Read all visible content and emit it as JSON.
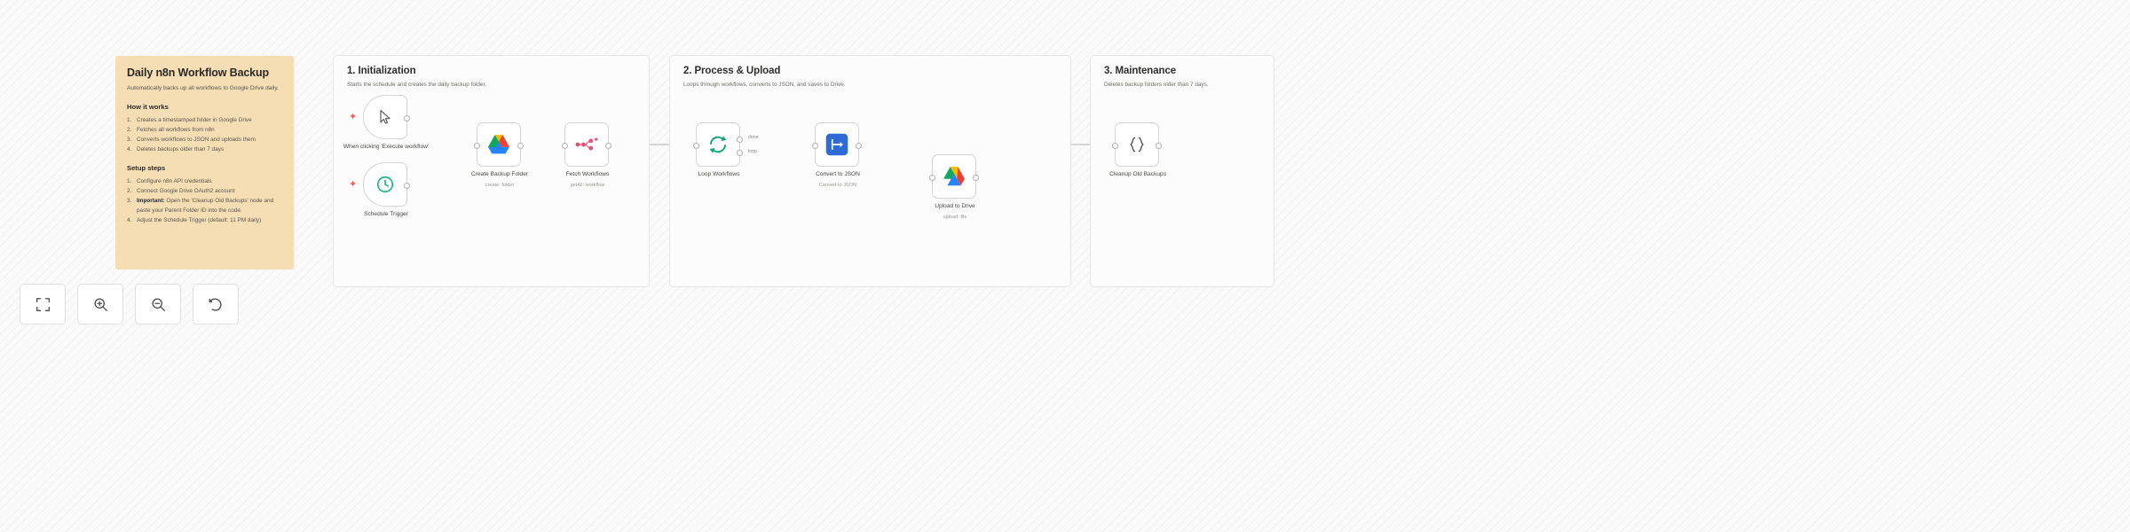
{
  "sticky_note": {
    "title": "Daily n8n Workflow Backup",
    "subtitle": "Automatically backs up all workflows to Google Drive daily.",
    "how_heading": "How it works",
    "how_steps": [
      {
        "num": "1.",
        "text": "Creates a timestamped folder in Google Drive"
      },
      {
        "num": "2.",
        "text": "Fetches all workflows from n8n"
      },
      {
        "num": "3.",
        "text": "Converts workflows to JSON and uploads them"
      },
      {
        "num": "4.",
        "text": "Deletes backups older than 7 days"
      }
    ],
    "setup_heading": "Setup steps",
    "setup_steps": [
      {
        "num": "1.",
        "text": "Configure n8n API credentials"
      },
      {
        "num": "2.",
        "text": "Connect Google Drive OAuth2 account"
      },
      {
        "num": "3.",
        "bold": "Important:",
        "text": "Open the 'Cleanup Old Backups' node and paste your Parent Folder ID into the code."
      },
      {
        "num": "4.",
        "text": "Adjust the Schedule Trigger (default: 11 PM daily)"
      }
    ],
    "color": "#f5ddb4"
  },
  "sections": [
    {
      "title": "1. Initialization",
      "description": "Starts the schedule and creates the daily backup folder."
    },
    {
      "title": "2. Process & Upload",
      "description": "Loops through workflows, converts to JSON, and saves to Drive."
    },
    {
      "title": "3. Maintenance",
      "description": "Deletes backup folders older than 7 days."
    }
  ],
  "nodes": {
    "manual_trigger": {
      "label": "When clicking 'Execute workflow'",
      "icon": "cursor-icon"
    },
    "schedule_trigger": {
      "label": "Schedule Trigger",
      "icon": "clock-icon"
    },
    "create_backup_folder": {
      "label": "Create Backup Folder",
      "sublabel": "create: folder",
      "icon": "google-drive-icon"
    },
    "fetch_workflows": {
      "label": "Fetch Workflows",
      "sublabel": "getAll: workflow",
      "icon": "n8n-icon"
    },
    "loop_workflows": {
      "label": "Loop Workflows",
      "icon": "loop-icon"
    },
    "convert_to_json": {
      "label": "Convert to JSON",
      "sublabel": "Convert to JSON",
      "icon": "convert-file-icon"
    },
    "upload_to_drive": {
      "label": "Upload to Drive",
      "sublabel": "upload: file",
      "icon": "google-drive-icon"
    },
    "cleanup_old_backups": {
      "label": "Cleanup Old Backups",
      "icon": "code-braces-icon"
    }
  },
  "edge_labels": {
    "done": "done",
    "loop": "loop"
  },
  "toolbar": [
    {
      "name": "fit-view-button",
      "icon": "fit-view-icon"
    },
    {
      "name": "zoom-in-button",
      "icon": "zoom-in-icon"
    },
    {
      "name": "zoom-out-button",
      "icon": "zoom-out-icon"
    },
    {
      "name": "reset-button",
      "icon": "undo-icon"
    }
  ],
  "colors": {
    "sticky": "#f5ddb4",
    "accent_red": "#ff5c49",
    "n8n_pink": "#ea4b71",
    "green": "#00b37e",
    "node_border": "#d4d4d4"
  }
}
